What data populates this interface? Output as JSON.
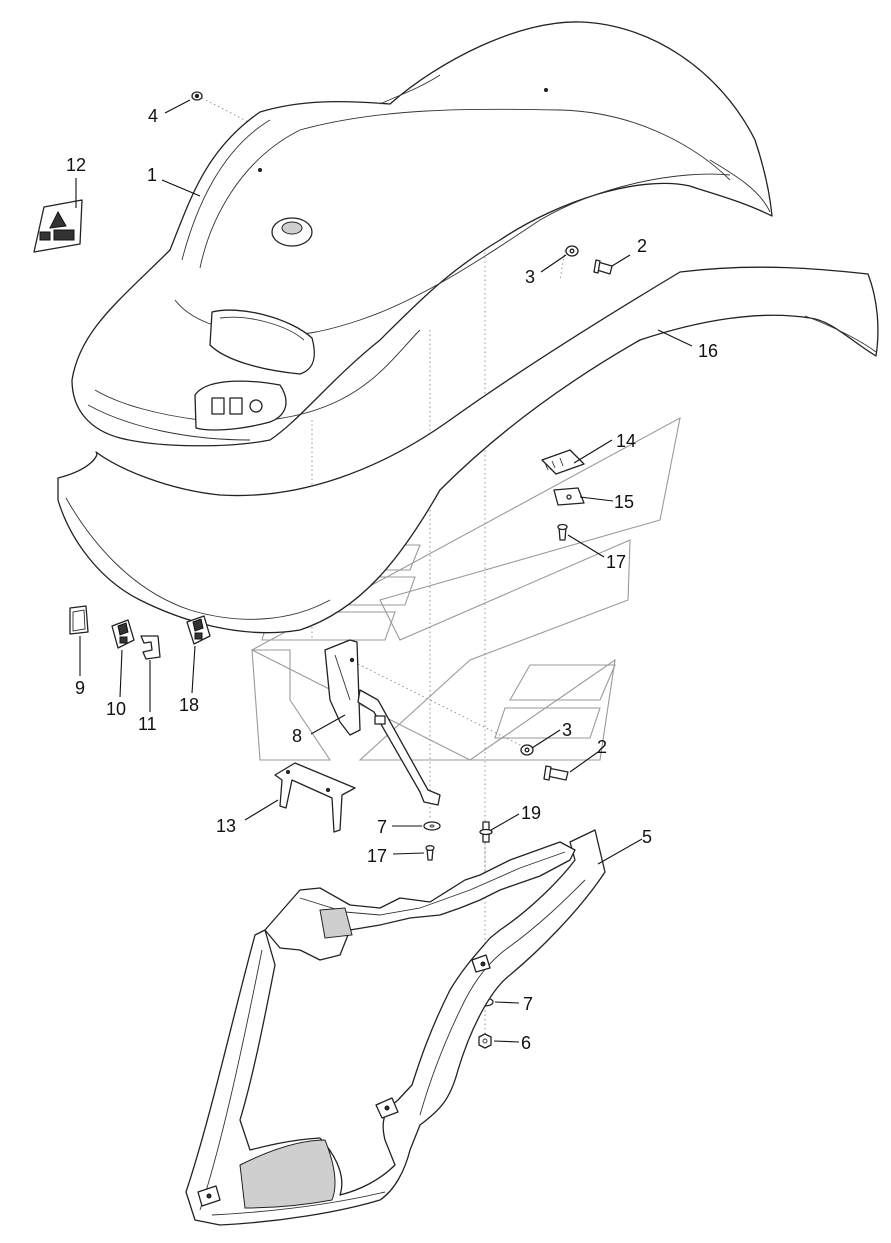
{
  "diagram": {
    "callouts": [
      {
        "id": "c1",
        "label": "1"
      },
      {
        "id": "c2a",
        "label": "2"
      },
      {
        "id": "c2b",
        "label": "2"
      },
      {
        "id": "c3a",
        "label": "3"
      },
      {
        "id": "c3b",
        "label": "3"
      },
      {
        "id": "c4",
        "label": "4"
      },
      {
        "id": "c5",
        "label": "5"
      },
      {
        "id": "c6",
        "label": "6"
      },
      {
        "id": "c7a",
        "label": "7"
      },
      {
        "id": "c7b",
        "label": "7"
      },
      {
        "id": "c8",
        "label": "8"
      },
      {
        "id": "c9",
        "label": "9"
      },
      {
        "id": "c10",
        "label": "10"
      },
      {
        "id": "c11",
        "label": "11"
      },
      {
        "id": "c12",
        "label": "12"
      },
      {
        "id": "c13",
        "label": "13"
      },
      {
        "id": "c14",
        "label": "14"
      },
      {
        "id": "c15",
        "label": "15"
      },
      {
        "id": "c16",
        "label": "16"
      },
      {
        "id": "c17a",
        "label": "17"
      },
      {
        "id": "c17b",
        "label": "17"
      },
      {
        "id": "c18",
        "label": "18"
      },
      {
        "id": "c19",
        "label": "19"
      }
    ]
  }
}
